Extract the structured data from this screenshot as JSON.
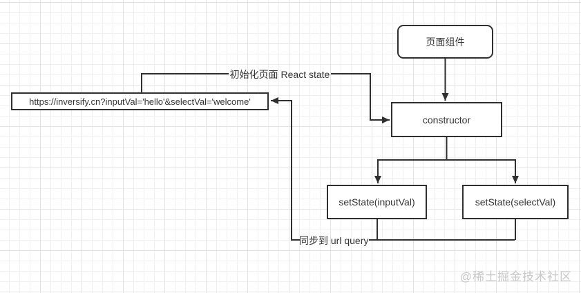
{
  "diagram": {
    "nodes": {
      "page_component": "页面组件",
      "constructor": "constructor",
      "setstate_input": "setState(inputVal)",
      "setstate_select": "setState(selectVal)",
      "url": "https://inversify.cn?inputVal='hello'&selectVal='welcome'"
    },
    "edge_labels": {
      "init_state": "初始化页面 React state",
      "sync_query": "同步到 url query"
    },
    "colors": {
      "line": "#2f2f2f",
      "node_border": "#2f2f2f",
      "node_fill": "#ffffff",
      "text": "#333333",
      "grid_minor": "#f0f0f0",
      "grid_major": "#e3e3e3",
      "watermark": "#c7c7c7"
    }
  },
  "watermark": {
    "text": "@稀土掘金技术社区"
  }
}
